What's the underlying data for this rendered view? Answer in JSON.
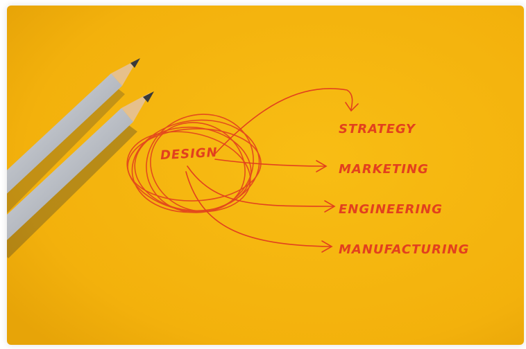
{
  "colors": {
    "paper": "#f6b60f",
    "ink": "#e2401e",
    "pencil_body": "#c9ccd1",
    "pencil_wood": "#e8c28f",
    "pencil_lead": "#3a3a3a"
  },
  "sketch": {
    "center_label": "DESIGN",
    "branches": [
      {
        "label": "STRATEGY"
      },
      {
        "label": "MARKETING"
      },
      {
        "label": "ENGINEERING"
      },
      {
        "label": "MANUFACTURING"
      }
    ]
  },
  "objects": {
    "pencils": [
      "pencil",
      "pencil"
    ]
  }
}
